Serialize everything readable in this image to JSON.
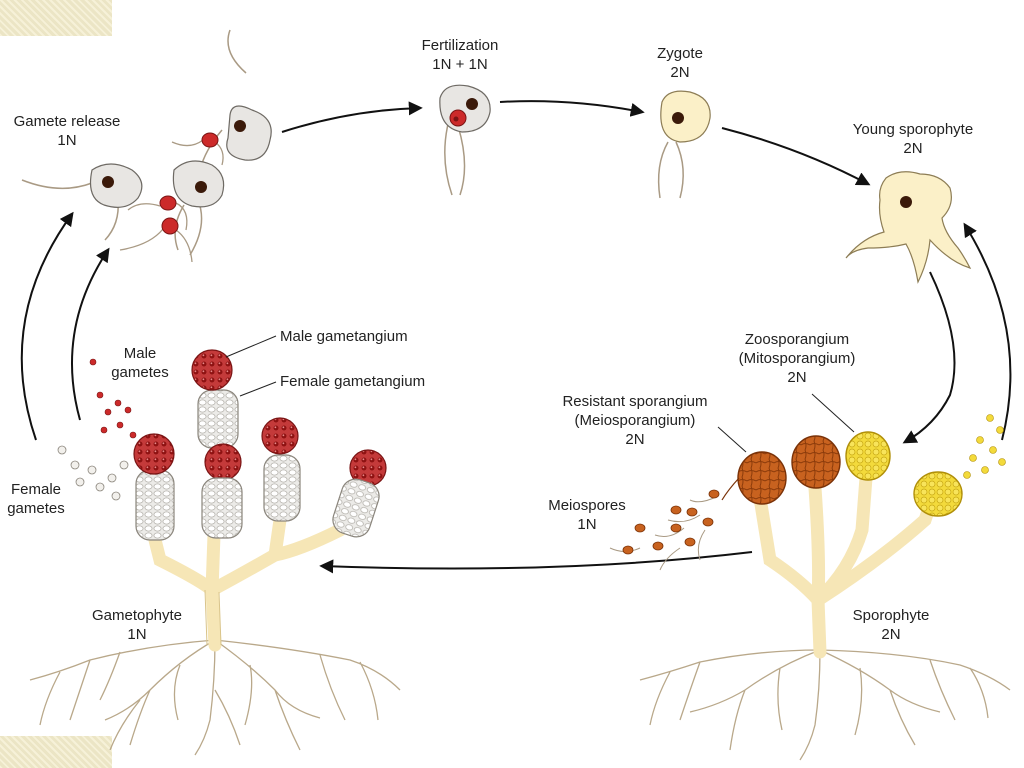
{
  "labels": {
    "fertilization": {
      "line1": "Fertilization",
      "line2": "1N + 1N"
    },
    "zygote": {
      "line1": "Zygote",
      "line2": "2N"
    },
    "young_sporophyte": {
      "line1": "Young sporophyte",
      "line2": "2N"
    },
    "gamete_release": {
      "line1": "Gamete release",
      "line2": "1N"
    },
    "male_gametangium": "Male gametangium",
    "female_gametangium": "Female gametangium",
    "male_gametes": {
      "line1": "Male",
      "line2": "gametes"
    },
    "female_gametes": {
      "line1": "Female",
      "line2": "gametes"
    },
    "gametophyte": {
      "line1": "Gametophyte",
      "line2": "1N"
    },
    "zoosporangium": {
      "line1": "Zoosporangium",
      "line2": "(Mitosporangium)",
      "line3": "2N"
    },
    "resistant_sporangium": {
      "line1": "Resistant sporangium",
      "line2": "(Meiosporangium)",
      "line3": "2N"
    },
    "meiospores": {
      "line1": "Meiospores",
      "line2": "1N"
    },
    "sporophyte": {
      "line1": "Sporophyte",
      "line2": "2N"
    }
  },
  "colors": {
    "gamete_cell": "#e8e6e3",
    "male_gamete": "#cc2a2a",
    "zygote_cell": "#fbf0c8",
    "stalk": "#f6e6b6",
    "male_gametangium": "#b8282b",
    "meiosporangium": "#b54a12",
    "zoosporangium": "#f0d22a",
    "nucleus": "#3b1a0a",
    "arrow": "#111111"
  }
}
